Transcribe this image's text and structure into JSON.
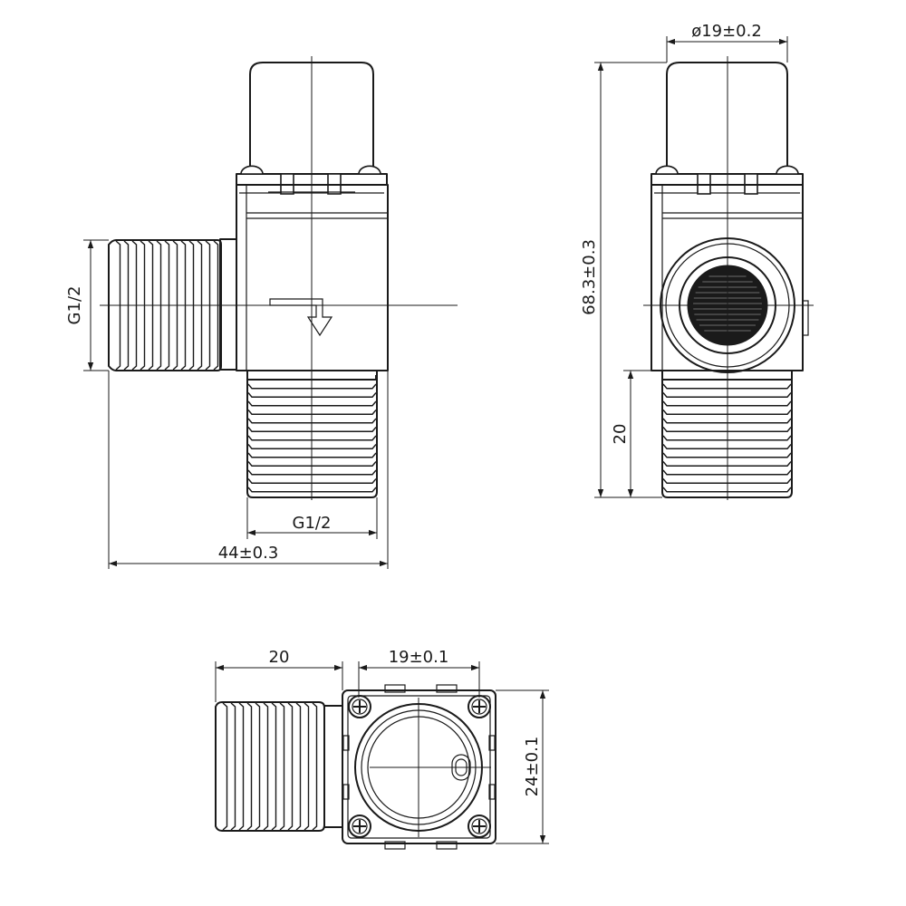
{
  "dimensions": {
    "front_side_thread": "G1/2",
    "front_bottom_thread": "G1/2",
    "front_total_width": "44±0.3",
    "side_coil_diameter": "ø19±0.2",
    "side_total_height": "68.3±0.3",
    "side_thread_length": "20",
    "bottom_thread_length": "20",
    "bottom_body_width": "19±0.1",
    "bottom_body_height": "24±0.1"
  }
}
